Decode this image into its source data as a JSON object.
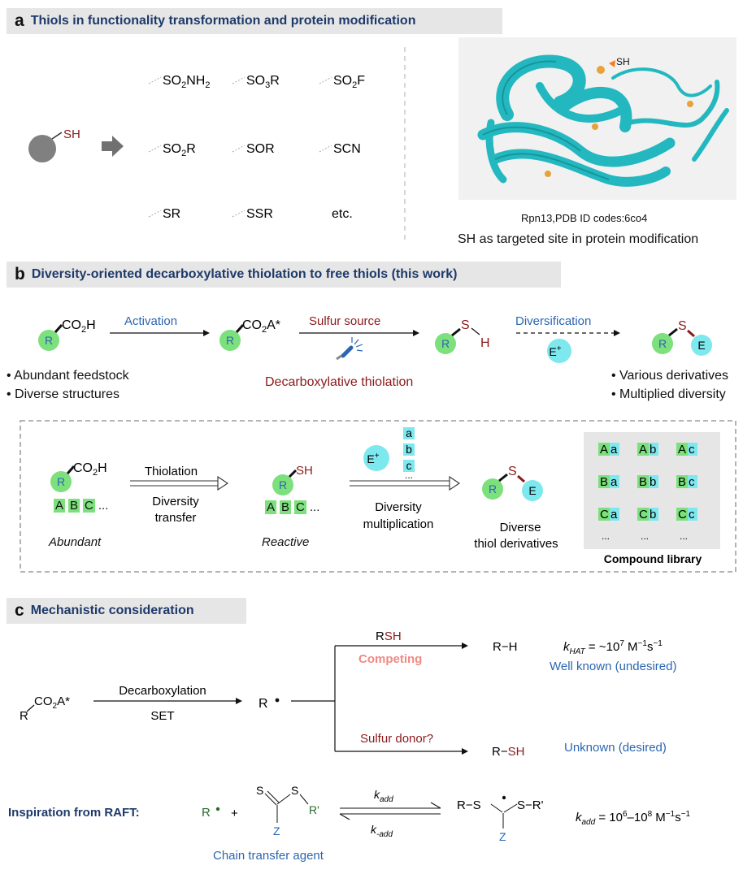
{
  "panel_a": {
    "letter": "a",
    "title": "Thiols in functionality transformation and protein modification",
    "sh": "SH",
    "groups": [
      {
        "base": "SO",
        "sub": "2",
        "rest": "NH",
        "sub2": "2"
      },
      {
        "base": "SO",
        "sub": "3",
        "rest": "R",
        "sub2": ""
      },
      {
        "base": "SO",
        "sub": "2",
        "rest": "F",
        "sub2": ""
      },
      {
        "base": "SO",
        "sub": "2",
        "rest": "R",
        "sub2": ""
      },
      {
        "base": "SOR",
        "sub": "",
        "rest": "",
        "sub2": ""
      },
      {
        "base": "SCN",
        "sub": "",
        "rest": "",
        "sub2": ""
      },
      {
        "base": "SR",
        "sub": "",
        "rest": "",
        "sub2": ""
      },
      {
        "base": "SSR",
        "sub": "",
        "rest": "",
        "sub2": ""
      }
    ],
    "etc": "etc.",
    "protein_label": "SH",
    "protein_caption": "Rpn13,PDB ID codes:6co4",
    "protein_subcaption": "SH as targeted site in protein modification"
  },
  "panel_b": {
    "letter": "b",
    "title": "Diversity-oriented decarboxylative thiolation to free thiols (this work)",
    "r": "R",
    "co2h": "CO",
    "co2h_sub": "2",
    "co2h_h": "H",
    "co2a": "CO",
    "co2a_sub": "2",
    "co2a_a": "A*",
    "activation": "Activation",
    "sulfur_source": "Sulfur source",
    "s": "S",
    "h": "H",
    "diversification": "Diversification",
    "e_plus": "E",
    "plus": "+",
    "e": "E",
    "bullets_left": [
      "• Abundant feedstock",
      "• Diverse structures"
    ],
    "decarb_thiolation": "Decarboxylative thiolation",
    "bullets_right": [
      "• Various derivatives",
      "• Multiplied diversity"
    ],
    "box": {
      "abc": [
        "A",
        "B",
        "C"
      ],
      "dots": "...",
      "abundant": "Abundant",
      "thiolation": "Thiolation",
      "diversity_transfer": [
        "Diversity",
        "transfer"
      ],
      "sh": "SH",
      "reactive": "Reactive",
      "small_abc": [
        "a",
        "b",
        "c"
      ],
      "diversity_multiplication": [
        "Diversity",
        "multiplication"
      ],
      "diverse_derivs": [
        "Diverse",
        "thiol derivatives"
      ],
      "library": [
        [
          "A",
          "a"
        ],
        [
          "A",
          "b"
        ],
        [
          "A",
          "c"
        ],
        [
          "B",
          "a"
        ],
        [
          "B",
          "b"
        ],
        [
          "B",
          "c"
        ],
        [
          "C",
          "a"
        ],
        [
          "C",
          "b"
        ],
        [
          "C",
          "c"
        ]
      ],
      "library_title": "Compound library"
    }
  },
  "panel_c": {
    "letter": "c",
    "title": "Mechanistic consideration",
    "co2a_r": "R",
    "co2a": "CO",
    "co2a_sub": "2",
    "co2a_a": "A*",
    "decarboxylation": "Decarboxylation",
    "set": "SET",
    "r_rad": "R",
    "rsh_r": "R",
    "rsh_sh": "SH",
    "competing": "Competing",
    "rh": "R−H",
    "khat_k": "k",
    "khat_sub": "HAT",
    "khat_val": " = ~10",
    "khat_exp": "7",
    "khat_unit": " M",
    "khat_unit_exp1": "−1",
    "khat_s": "s",
    "khat_unit_exp2": "−1",
    "well_known": "Well known (undesired)",
    "sulfur_donor": "Sulfur donor?",
    "rsh2_r": "R−",
    "rsh2_sh": "SH",
    "unknown": "Unknown (desired)",
    "inspiration": "Inspiration from RAFT:",
    "r2": "R",
    "plus": "+",
    "s": "S",
    "rprime": "R'",
    "z": "Z",
    "kadd": "k",
    "kadd_sub": "add",
    "kmadd_sub": "-add",
    "chain_transfer": "Chain transfer agent",
    "product_left": "R−S",
    "product_right": "S−R'",
    "kadd_val": " = 10",
    "kadd_exp1": "6",
    "kadd_dash": "–10",
    "kadd_exp2": "8",
    "kadd_unit": " M",
    "kadd_uexp1": "−1",
    "kadd_s": "s",
    "kadd_uexp2": "−1"
  },
  "colors": {
    "header_bg": "#e6e6e6",
    "title_navy": "#1e3a6a",
    "dark_red": "#8b1a1a",
    "blue": "#2b66b0",
    "green_ball": "#7ce07c",
    "cyan_ball": "#7de8ee",
    "competing_pink": "#f08a84",
    "protein_cyan": "#23b8c0"
  }
}
